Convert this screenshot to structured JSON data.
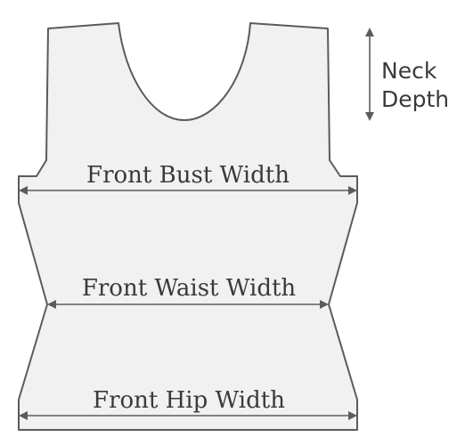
{
  "labels": {
    "bust_width": "Front Bust Width",
    "waist_width": "Front Waist Width",
    "hip_width": "Front Hip Width",
    "neck_depth_line1": "Neck",
    "neck_depth_line2": "Depth"
  },
  "colors": {
    "fill": "#f1f1f1",
    "stroke": "#5b5b5b",
    "text": "#3a3a3a"
  }
}
